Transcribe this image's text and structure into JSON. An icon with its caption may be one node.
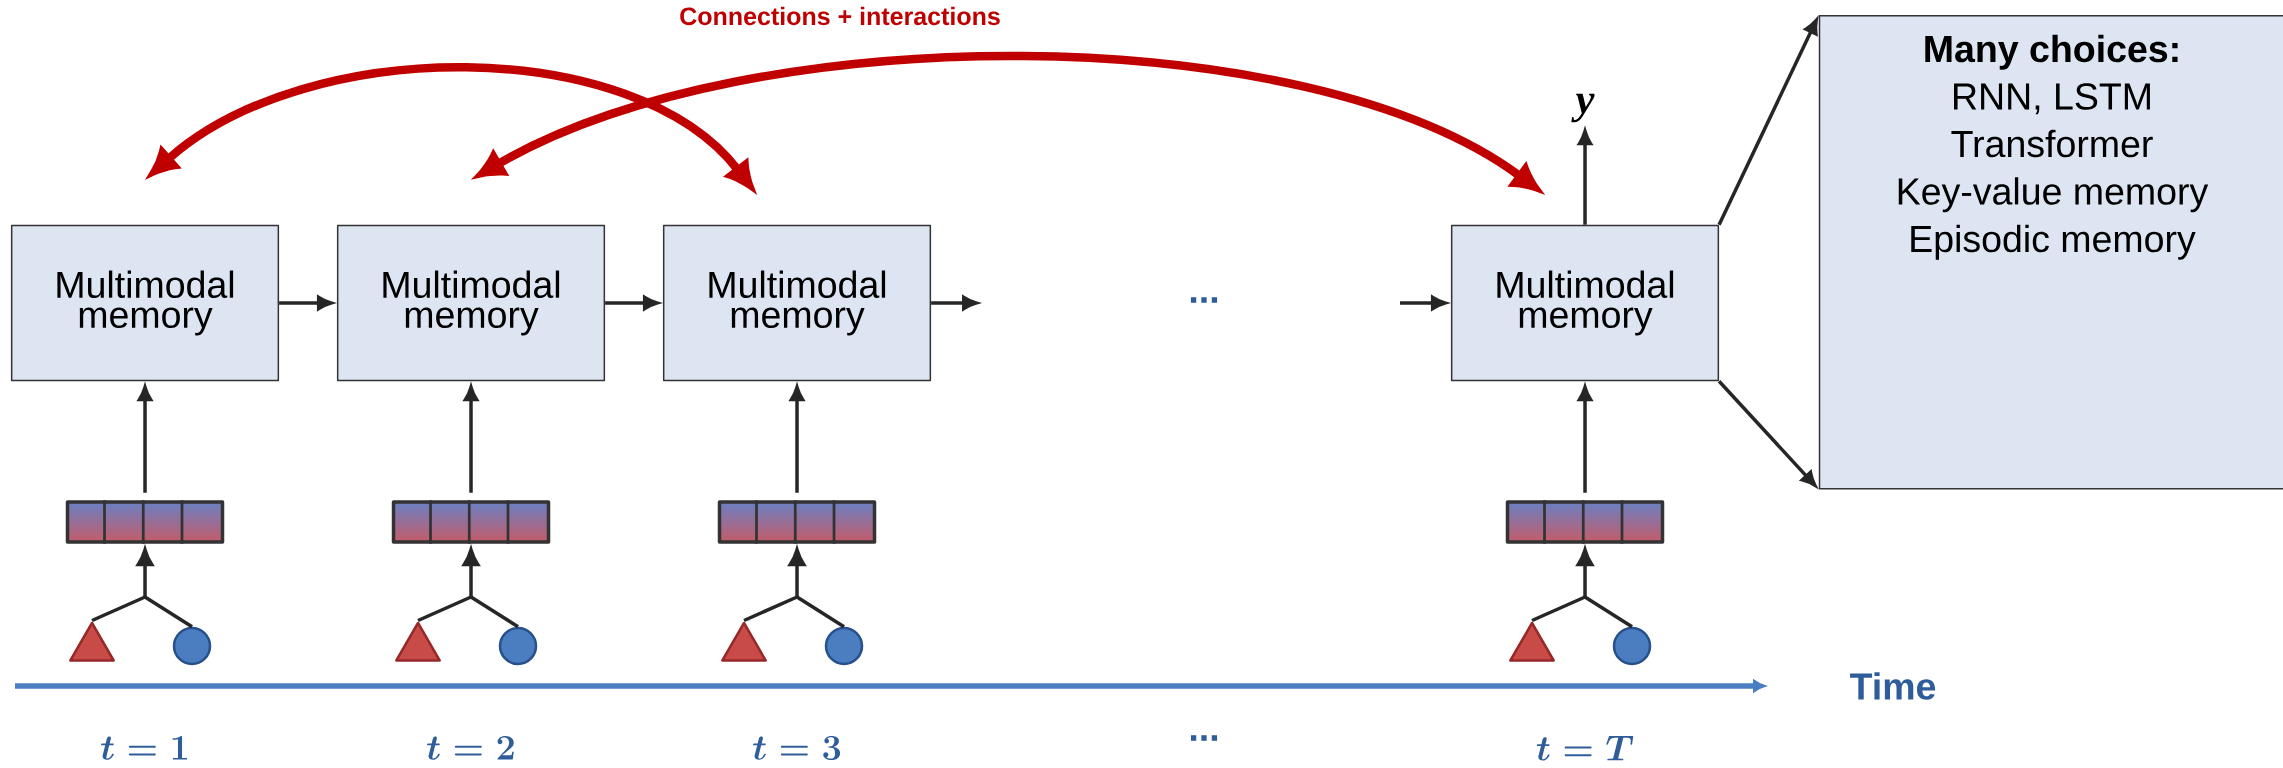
{
  "diagram": {
    "title": "Connections + interactions",
    "nodes": [
      {
        "text": [
          "Multimodal memory"
        ]
      },
      {
        "text": [
          "Multimodal memory"
        ]
      },
      {
        "text": [
          "Multimodal memory"
        ]
      },
      {
        "text": [
          "Multimodal memory"
        ]
      },
      {
        "text": [
          "Many choices:",
          "RNN, LSTM",
          "Transformer",
          "Key-value memory",
          "Episodic memory"
        ]
      },
      {
        "text": [
          "y"
        ]
      },
      {
        "text": [],
        "shape": "bar"
      },
      {
        "text": [],
        "shape": "bar"
      },
      {
        "text": [],
        "shape": "bar"
      },
      {
        "text": [],
        "shape": "bar"
      },
      {
        "text": [],
        "shape": "triangle"
      },
      {
        "text": [],
        "shape": "circle"
      },
      {
        "text": [],
        "shape": "triangle"
      },
      {
        "text": [],
        "shape": "circle"
      },
      {
        "text": [],
        "shape": "triangle"
      },
      {
        "text": [],
        "shape": "circle"
      },
      {
        "text": [],
        "shape": "triangle"
      },
      {
        "text": [],
        "shape": "circle"
      }
    ],
    "edges": [
      {
        "from": 0,
        "to": 1,
        "arrow": "to"
      },
      {
        "from": 1,
        "to": 2,
        "arrow": "to"
      },
      {
        "from": 2,
        "to": null,
        "arrow": "to"
      },
      {
        "from": null,
        "to": 3,
        "arrow": "to"
      },
      {
        "from": 6,
        "to": 0,
        "arrow": "to"
      },
      {
        "from": 7,
        "to": 1,
        "arrow": "to"
      },
      {
        "from": 8,
        "to": 2,
        "arrow": "to"
      },
      {
        "from": 9,
        "to": 3,
        "arrow": "to"
      },
      {
        "from": 10,
        "to": 6,
        "arrow": "to"
      },
      {
        "from": 11,
        "to": 6,
        "arrow": "to"
      },
      {
        "from": 12,
        "to": 7,
        "arrow": "to"
      },
      {
        "from": 13,
        "to": 7,
        "arrow": "to"
      },
      {
        "from": 14,
        "to": 8,
        "arrow": "to"
      },
      {
        "from": 15,
        "to": 8,
        "arrow": "to"
      },
      {
        "from": 16,
        "to": 9,
        "arrow": "to"
      },
      {
        "from": 17,
        "to": 9,
        "arrow": "to"
      },
      {
        "from": 3,
        "to": 5,
        "arrow": "to"
      },
      {
        "from": 3,
        "to": 4,
        "arrow": "to"
      },
      {
        "from": 3,
        "to": 4,
        "arrow": "to"
      },
      {
        "from": 0,
        "to": 2,
        "arrow": "both",
        "style": "thick",
        "color": "#c00000"
      },
      {
        "from": 1,
        "to": 3,
        "arrow": "both",
        "style": "thick",
        "color": "#c00000"
      }
    ],
    "labels": [
      "...",
      "Time",
      "t=1",
      "t=2",
      "t=3",
      "...",
      "t=T"
    ]
  }
}
